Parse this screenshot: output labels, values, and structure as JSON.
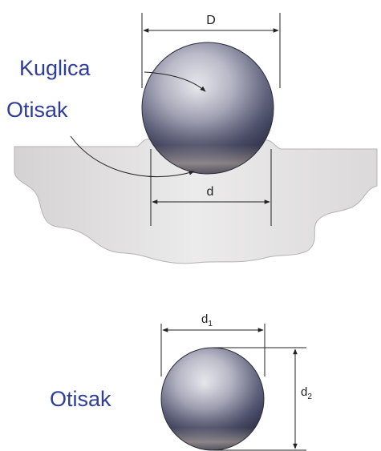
{
  "labels": {
    "ball": "Kuglica",
    "indent_top": "Otisak",
    "indent_bottom": "Otisak"
  },
  "dimensions": {
    "ball_diameter": "D",
    "indent_diameter": "d",
    "d1_base": "d",
    "d1_sub": "1",
    "d2_base": "d",
    "d2_sub": "2"
  },
  "colors": {
    "label_blue": "#2e3d9a",
    "specimen_fill": "#e6e4e5",
    "ball_dark": "#3c3f58",
    "ball_light": "#f2f2f6"
  }
}
